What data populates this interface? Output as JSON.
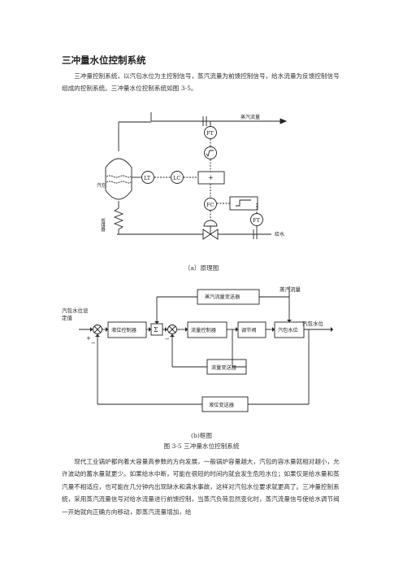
{
  "section_title": "三冲量水位控制系统",
  "intro_paragraph": "三冲量控制系统，以汽包水位为主控制信号，蒸汽流量为前馈控制信号，给水流量为反馈控制信号组成的控制系统。三冲量水位控制系统如图 3-5。",
  "diagram_a": {
    "steam_flow_label": "蒸汽流量",
    "drum_label": "汽包",
    "economizer_label": "省煤器",
    "feedwater_label": "给水",
    "ft_label": "FT",
    "lt_label": "LT",
    "lc_label": "LC",
    "fc_label": "FC",
    "sum_symbol": "+",
    "caption": "（a）原理图"
  },
  "diagram_b": {
    "setpoint_label": "汽包水位设定值",
    "level_controller": "液位控制器",
    "sum_symbol": "Σ",
    "flow_controller": "流量控制器",
    "regulating_valve": "调节阀",
    "drum_level_block": "汽包水位",
    "steam_flow_transmitter": "蒸汽流量变送器",
    "steam_flow_input": "蒸汽流量",
    "drum_level_output": "汽包水位",
    "flow_transmitter": "流量变送器",
    "level_transmitter": "液位变送器",
    "plus_sign": "+",
    "minus_sign": "−",
    "caption": "(b)框图"
  },
  "figure_caption": "图 3-5  三冲量水位控制系统",
  "body_paragraph": "现代工业锅炉都向着大容量高参数的方向发展，一般锅炉容量越大，汽包的容水量就相对越小，允许波动的蓄水量就更少。如果给水中断，可能在很短的时间内就会发生危险水位；如果仅是给水量和蒸汽量不相适应，也可能在几分钟内出现缺水和满水事故，这样对汽包水位要求就更高了。三冲量控制系统，采用蒸汽流量信号对给水流量进行前馈控制，当蒸汽负荷忽然变化时，蒸汽流量信号使给水调节阀一开始就向正确方向移动，即蒸汽流量增加，给"
}
